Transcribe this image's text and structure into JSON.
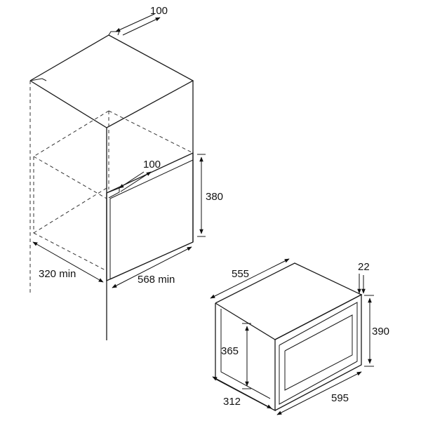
{
  "labels": {
    "top_clearance": "100",
    "inner_clearance": "100",
    "niche_height": "380",
    "niche_depth": "320 min",
    "niche_width": "568  min",
    "appliance_depth": "555",
    "front_offset": "22",
    "appliance_height": "365",
    "front_height": "390",
    "appliance_side_depth": "312",
    "front_width": "595"
  },
  "colors": {
    "line": "#1a1a1a",
    "background": "#ffffff"
  }
}
